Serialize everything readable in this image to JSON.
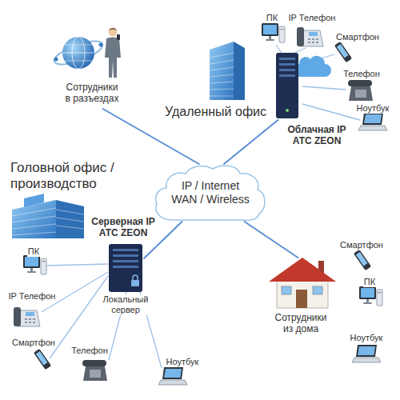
{
  "diagram": {
    "nodes": [
      {
        "text": [
          "Сотрудники в разъездах"
        ]
      },
      {
        "text": [
          "Удаленный офис",
          "Облачная IP АТС ZEON"
        ]
      },
      {
        "text": [
          "IP / Internet WAN / Wireless"
        ]
      },
      {
        "text": [
          "Головной офис / производство",
          "Серверная IP АТС ZEON",
          "Локальный сервер"
        ]
      },
      {
        "text": [
          "Сотрудники из дома"
        ]
      }
    ],
    "edges": [
      {
        "from": 2,
        "to": 0,
        "arrow": "none"
      },
      {
        "from": 2,
        "to": 1,
        "arrow": "none"
      },
      {
        "from": 2,
        "to": 3,
        "arrow": "none"
      },
      {
        "from": 2,
        "to": 4,
        "arrow": "none"
      }
    ],
    "labels": [
      "ПК",
      "IP Телефон",
      "Смартфон",
      "Телефон",
      "Ноутбук",
      "ПК",
      "IP Телефон",
      "Смартфон",
      "Телефон",
      "Ноутбук",
      "Смартфон",
      "ПК",
      "Ноутбук"
    ]
  }
}
